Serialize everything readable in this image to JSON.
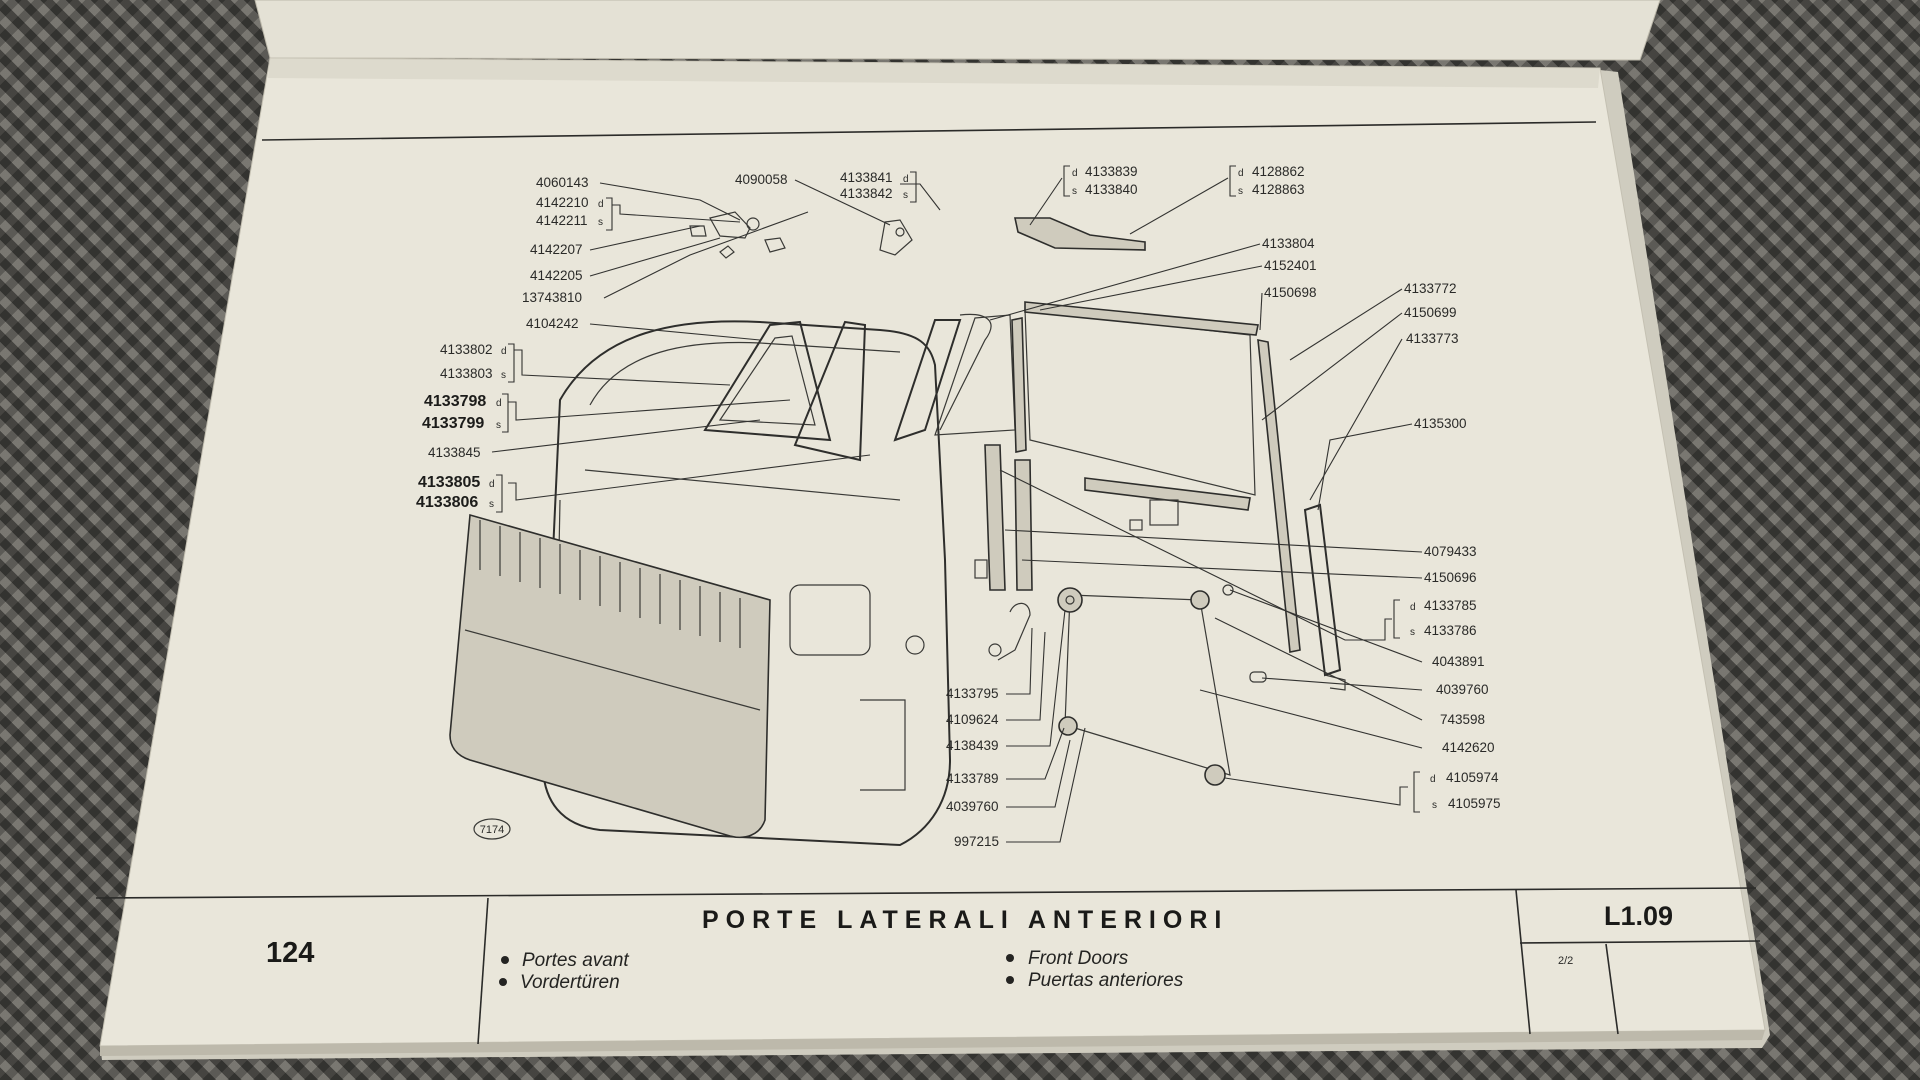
{
  "colors": {
    "paper": "#e9e6da",
    "ink": "#2a2a28",
    "background": "#5e5c57"
  },
  "diagram_ref": "7174",
  "callouts": {
    "c4060143": "4060143",
    "c4142210": "4142210",
    "c4142211": "4142211",
    "c4142207": "4142207",
    "c4142205": "4142205",
    "c13743810": "13743810",
    "c4104242": "4104242",
    "c4133802": "4133802",
    "c4133803": "4133803",
    "c4133798": "4133798",
    "c4133799": "4133799",
    "c4133845": "4133845",
    "c4133805": "4133805",
    "c4133806": "4133806",
    "c4090058": "4090058",
    "c4133841": "4133841",
    "c4133842": "4133842",
    "c4133839": "4133839",
    "c4133840": "4133840",
    "c4128862": "4128862",
    "c4128863": "4128863",
    "c4133804": "4133804",
    "c4152401": "4152401",
    "c4150698": "4150698",
    "c4133772": "4133772",
    "c4150699": "4150699",
    "c4133773": "4133773",
    "c4135300": "4135300",
    "c4079433": "4079433",
    "c4150696": "4150696",
    "c4133785": "4133785",
    "c4133786": "4133786",
    "c4043891": "4043891",
    "c4039760a": "4039760",
    "c743598": "743598",
    "c4142620": "4142620",
    "c4105974": "4105974",
    "c4105975": "4105975",
    "c4133795": "4133795",
    "c4109624": "4109624",
    "c4138439": "4138439",
    "c4133789": "4133789",
    "c4039760b": "4039760",
    "c997215": "997215"
  },
  "side_markers": {
    "right": "d",
    "left": "s"
  },
  "footer": {
    "page_number": "124",
    "title": "PORTE LATERALI ANTERIORI",
    "section_code": "L1.09",
    "sheet": "2/2",
    "languages": {
      "fr": "Portes avant",
      "de": "Vordertüren",
      "en": "Front Doors",
      "es": "Puertas anteriores"
    }
  }
}
